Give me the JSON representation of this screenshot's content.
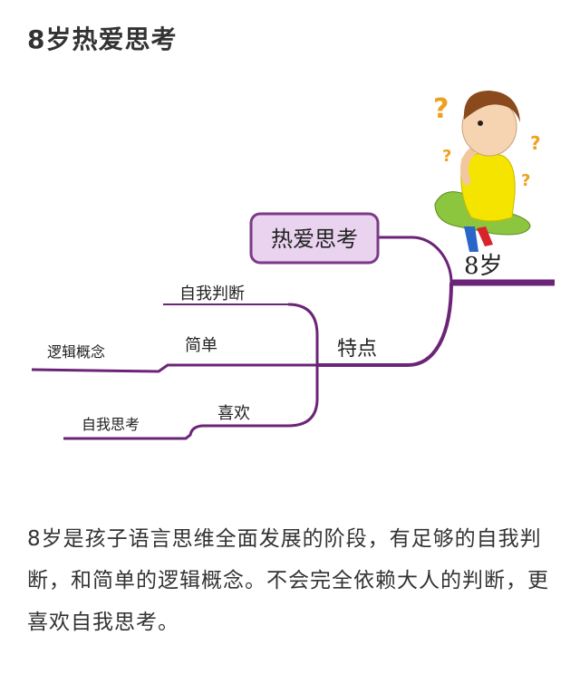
{
  "page": {
    "title": "8岁热爱思考"
  },
  "mindmap": {
    "root_label": "8岁",
    "theme_box_label": "热爱思考",
    "branch_label": "特点",
    "sub_branches": [
      {
        "label": "简单",
        "leaves": [
          "自我判断",
          "逻辑概念"
        ]
      },
      {
        "label": "喜欢",
        "leaves": [
          "自我思考"
        ]
      }
    ],
    "colors": {
      "branch_line": "#6b2477",
      "box_fill": "#e9d3ef",
      "box_border": "#7b3a86",
      "shirt": "#f4e400",
      "pants": "#8cc63f",
      "question_mark": "#f0a020"
    }
  },
  "description": {
    "text": "8岁是孩子语言思维全面发展的阶段，有足够的自我判断，和简单的逻辑概念。不会完全依赖大人的判断，更喜欢自我思考。"
  }
}
